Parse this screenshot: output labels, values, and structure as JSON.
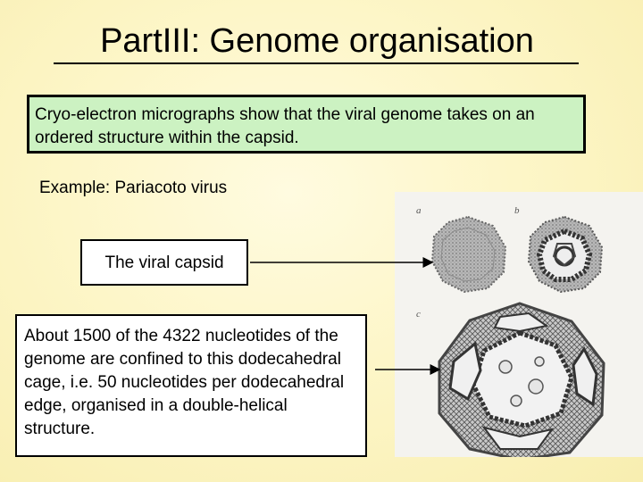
{
  "slide": {
    "title": "PartIII: Genome organisation",
    "intro_text": "Cryo-electron micrographs show that the viral genome takes on an ordered structure within the capsid.",
    "example_label": "Example:  Pariacoto virus",
    "capsid_label": "The viral capsid",
    "nucleotide_text": "About 1500 of the 4322 nucleotides of the genome are confined to this dodecahedral cage, i.e. 50 nucleotides per dodecahedral edge, organised in a double-helical structure."
  },
  "figure": {
    "panel_labels": [
      "a",
      "b",
      "c"
    ]
  },
  "colors": {
    "background": "#fdf6c8",
    "intro_box": "#ccf2c2",
    "text": "#000000"
  }
}
